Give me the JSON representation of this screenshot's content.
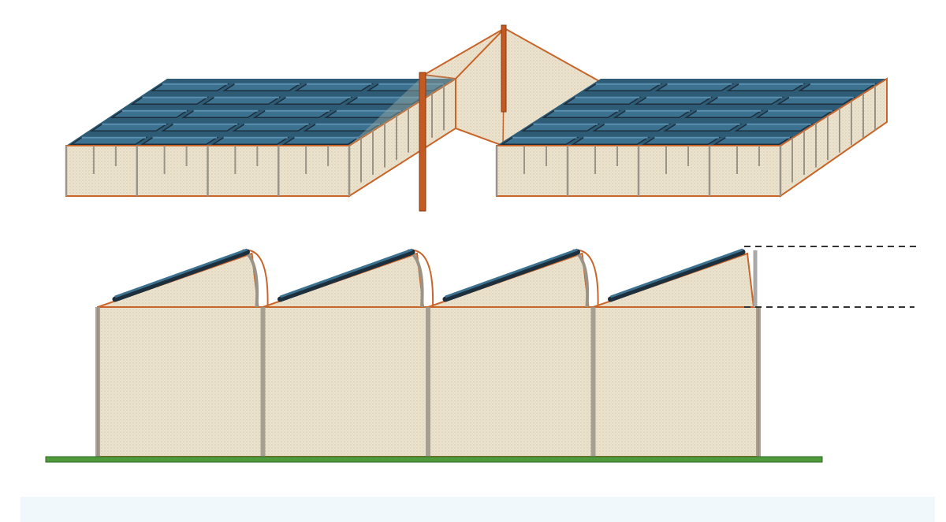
{
  "figure": {
    "top_view": {
      "modules": [
        {
          "panel_rows": 5,
          "panel_cols": 4
        },
        {
          "panel_rows": 5,
          "panel_cols": 4
        }
      ],
      "has_central_post": true,
      "has_connecting_net": true
    },
    "side_view": {
      "bays": 4,
      "has_ground_line": true,
      "has_dashed_height_markers": true
    }
  },
  "colors": {
    "net_fill": "#ece3cf",
    "net_edge": "#c8652a",
    "panel_fill": "#3c7190",
    "panel_top": "#5a8fb0",
    "panel_seam": "#1d2f3d",
    "frame_post": "#9a9488",
    "post": "#c25a22",
    "ground": "#4e9a3c",
    "caption_bar": "#f0f8fc"
  }
}
